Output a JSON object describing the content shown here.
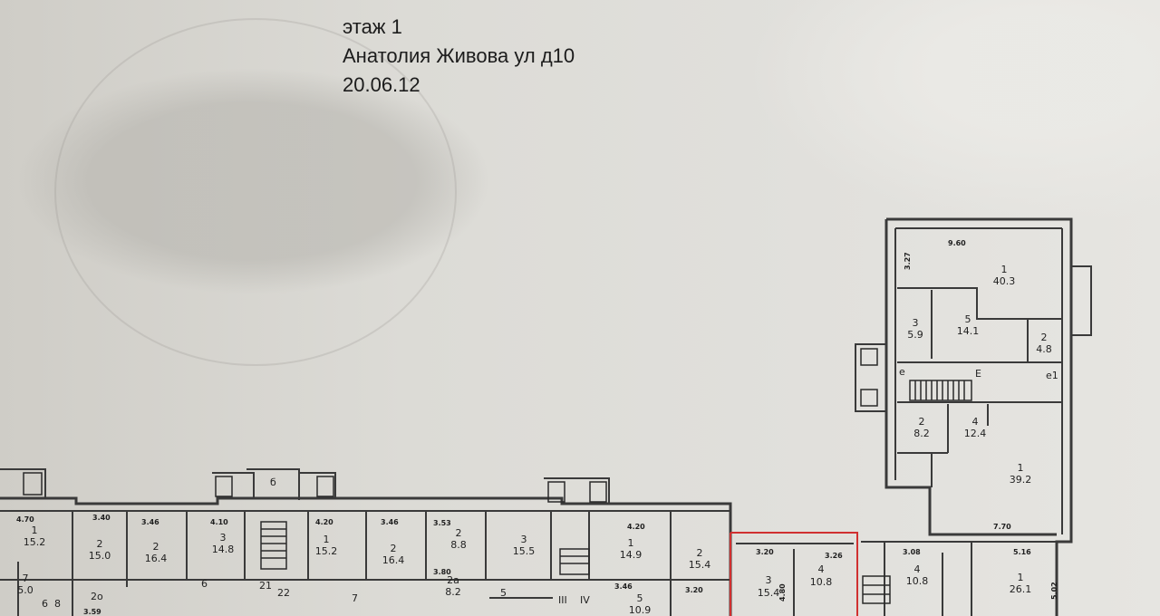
{
  "header": {
    "floor": "этаж 1",
    "address": "Анатолия Живова ул д10",
    "date": "20.06.12"
  },
  "tower_rooms": [
    {
      "num": "1",
      "area": "40.3"
    },
    {
      "num": "3",
      "area": "5.9"
    },
    {
      "num": "5",
      "area": "14.1"
    },
    {
      "num": "2",
      "area": "4.8"
    },
    {
      "num": "2",
      "area": "8.2"
    },
    {
      "num": "4",
      "area": "12.4"
    },
    {
      "num": "1",
      "area": "39.2"
    },
    {
      "num": "4",
      "area": "10.8"
    },
    {
      "num": "1",
      "area": "26.1"
    }
  ],
  "tower_dims": [
    "9.60",
    "3.27",
    "7.70",
    "3.08",
    "5.16",
    "5.02"
  ],
  "highlighted_unit": {
    "dims": [
      "3.20",
      "3.26"
    ],
    "rooms": [
      {
        "num": "3",
        "area": "15.4"
      },
      {
        "num": "4",
        "area": "10.8"
      }
    ],
    "side_dims": [
      "4.80"
    ]
  },
  "main_rooms": [
    {
      "num": "1",
      "area": "15.2"
    },
    {
      "num": "2",
      "area": "15.0"
    },
    {
      "num": "2",
      "area": "16.4"
    },
    {
      "num": "3",
      "area": "14.8"
    },
    {
      "num": "1",
      "area": "15.2"
    },
    {
      "num": "2",
      "area": "16.4"
    },
    {
      "num": "2",
      "area": "8.8"
    },
    {
      "num": "3",
      "area": "15.5"
    },
    {
      "num": "1",
      "area": "14.9"
    },
    {
      "num": "2",
      "area": "15.4"
    },
    {
      "num": "2а",
      "area": "8.2"
    },
    {
      "num": "5",
      "area": "10.9"
    },
    {
      "num": "7",
      "area": "5.0"
    }
  ],
  "main_dims": [
    "4.70",
    "3.40",
    "3.46",
    "4.10",
    "4.20",
    "3.46",
    "3.53",
    "4.20",
    "3.80",
    "3.46",
    "3.20",
    "3.59"
  ],
  "misc_labels": [
    "6",
    "21",
    "22",
    "7",
    "5",
    "2о",
    "6",
    "8",
    "III",
    "IV",
    "E",
    "e",
    "e1",
    "б"
  ]
}
